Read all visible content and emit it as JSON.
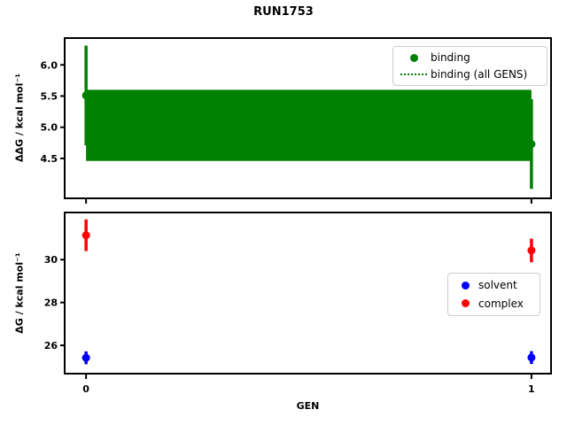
{
  "figure": {
    "title": "RUN1753",
    "background": "#ffffff"
  },
  "colors": {
    "binding": "#008000",
    "solvent": "#0000ff",
    "complex": "#ff0000",
    "axis": "#000000",
    "legend_border": "#cccccc"
  },
  "chart_data": [
    {
      "type": "scatter",
      "panel": "top",
      "title": "",
      "ylabel": "ΔΔG / kcal mol⁻¹",
      "xlabel": "",
      "xlim": [
        -0.048,
        1.044
      ],
      "ylim": [
        3.86,
        6.43
      ],
      "grid": false,
      "yticks": {
        "values": [
          4.5,
          5.0,
          5.5,
          6.0
        ],
        "labels": [
          "4.5",
          "5.0",
          "5.5",
          "6.0"
        ]
      },
      "xticks": {
        "values": [
          0,
          1
        ],
        "labels": [
          "",
          ""
        ]
      },
      "band": {
        "name": "binding (all GENS)",
        "x": [
          0,
          1
        ],
        "low": 4.46,
        "high": 5.6,
        "color": "#008000",
        "legend_style": "dotted-line"
      },
      "series": [
        {
          "name": "binding",
          "color": "#008000",
          "marker": "circle",
          "x": [
            0,
            1
          ],
          "y": [
            5.51,
            4.73
          ],
          "yerr": [
            0.8,
            0.72
          ]
        }
      ],
      "legend": {
        "position": "upper-right",
        "entries": [
          {
            "label": "binding",
            "swatch": "dot",
            "color": "#008000"
          },
          {
            "label": "binding (all GENS)",
            "swatch": "dotted-line",
            "color": "#008000"
          }
        ]
      }
    },
    {
      "type": "scatter",
      "panel": "bottom",
      "title": "",
      "ylabel": "ΔG / kcal mol⁻¹",
      "xlabel": "GEN",
      "xlim": [
        -0.048,
        1.044
      ],
      "ylim": [
        24.68,
        32.2
      ],
      "grid": false,
      "yticks": {
        "values": [
          26,
          28,
          30
        ],
        "labels": [
          "26",
          "28",
          "30"
        ]
      },
      "xticks": {
        "values": [
          0,
          1
        ],
        "labels": [
          "0",
          "1"
        ]
      },
      "series": [
        {
          "name": "solvent",
          "color": "#0000ff",
          "marker": "circle",
          "x": [
            0,
            1
          ],
          "y": [
            25.42,
            25.43
          ],
          "yerr": [
            0.3,
            0.3
          ]
        },
        {
          "name": "complex",
          "color": "#ff0000",
          "marker": "circle",
          "x": [
            0,
            1
          ],
          "y": [
            31.14,
            30.43
          ],
          "yerr": [
            0.74,
            0.55
          ]
        }
      ],
      "legend": {
        "position": "center-right",
        "entries": [
          {
            "label": "solvent",
            "swatch": "dot",
            "color": "#0000ff"
          },
          {
            "label": "complex",
            "swatch": "dot",
            "color": "#ff0000"
          }
        ]
      }
    }
  ]
}
